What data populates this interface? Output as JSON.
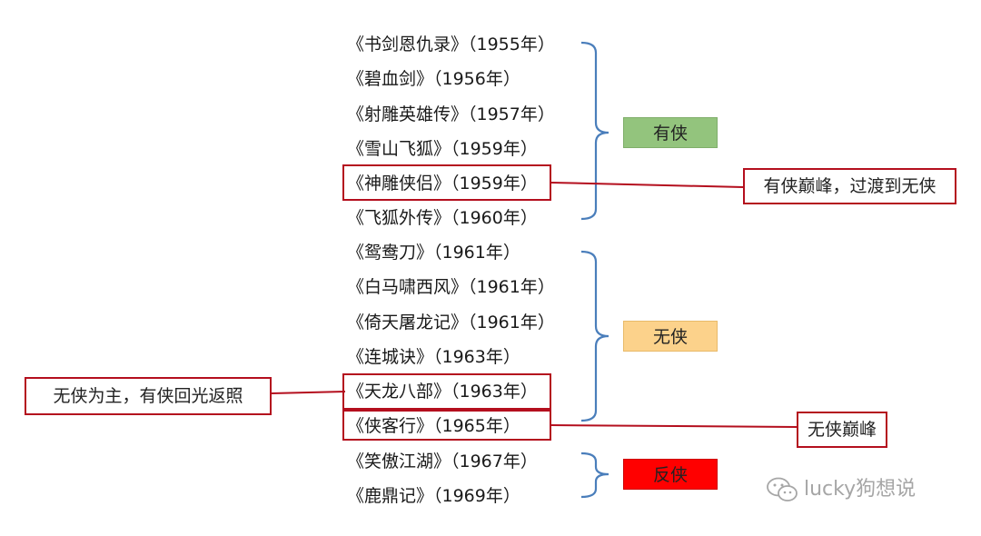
{
  "books": [
    {
      "title": "《书剑恩仇录》（1955年）"
    },
    {
      "title": "《碧血剑》（1956年）"
    },
    {
      "title": "《射雕英雄传》（1957年）"
    },
    {
      "title": "《雪山飞狐》（1959年）"
    },
    {
      "title": "《神雕侠侣》（1959年）"
    },
    {
      "title": "《飞狐外传》（1960年）"
    },
    {
      "title": "《鸳鸯刀》（1961年）"
    },
    {
      "title": "《白马啸西风》（1961年）"
    },
    {
      "title": "《倚天屠龙记》（1961年）"
    },
    {
      "title": "《连城诀》（1963年）"
    },
    {
      "title": "《天龙八部》（1963年）"
    },
    {
      "title": "《侠客行》（1965年）"
    },
    {
      "title": "《笑傲江湖》（1967年）"
    },
    {
      "title": "《鹿鼎记》（1969年）"
    }
  ],
  "groups": [
    {
      "label": "有侠",
      "color": "#93c47d"
    },
    {
      "label": "无侠",
      "color": "#fcd28b"
    },
    {
      "label": "反侠",
      "color": "#ff0000"
    }
  ],
  "notes": {
    "peak_you_xia": "有侠巅峰，过渡到无侠",
    "wu_xia_main": "无侠为主，有侠回光返照",
    "peak_wu_xia": "无侠巅峰"
  },
  "watermark": {
    "text": "lucky狗想说",
    "icon": "wechat-icon"
  },
  "colors": {
    "bracket": "#4a7ebb",
    "highlight": "#b40f1e"
  }
}
